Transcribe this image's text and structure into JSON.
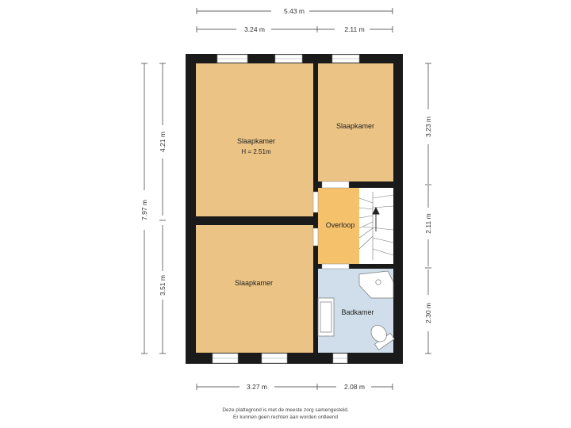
{
  "rooms": {
    "bedroom_large": {
      "name": "Slaapkamer",
      "height": "H = 2.51m"
    },
    "bedroom_small": {
      "name": "Slaapkamer"
    },
    "bedroom_bottom": {
      "name": "Slaapkamer"
    },
    "landing": {
      "name": "Overloop"
    },
    "bathroom": {
      "name": "Badkamer"
    }
  },
  "dimensions": {
    "top_total": "5.43 m",
    "top_left": "3.24 m",
    "top_right": "2.11 m",
    "bottom_left": "3.27 m",
    "bottom_right": "2.08 m",
    "left_total": "7.97 m",
    "left_upper": "4.21 m",
    "left_lower": "3.51 m",
    "right_upper": "3.23 m",
    "right_middle": "2.11 m",
    "right_lower": "2.30 m"
  },
  "footer": {
    "line1": "Deze plattegrond is met de meeste zorg samengesteld.",
    "line2": "Er kunnen geen rechten aan worden ontleend"
  },
  "colors": {
    "wall": "#1a1a1a",
    "bedroom": "#ebc385",
    "landing": "#f5c16a",
    "bathroom": "#cfdeea",
    "stair": "#ffffff"
  }
}
